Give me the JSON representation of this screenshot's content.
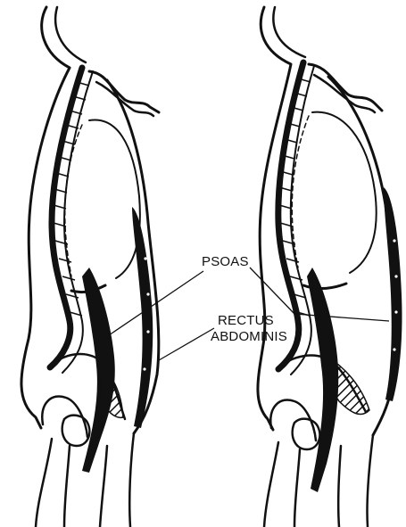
{
  "labels": {
    "psoas": "PSOAS",
    "rectus_line1": "RECTUS",
    "rectus_line2": "ABDOMINIS"
  },
  "colors": {
    "ink": "#111111",
    "background": "#ffffff"
  }
}
